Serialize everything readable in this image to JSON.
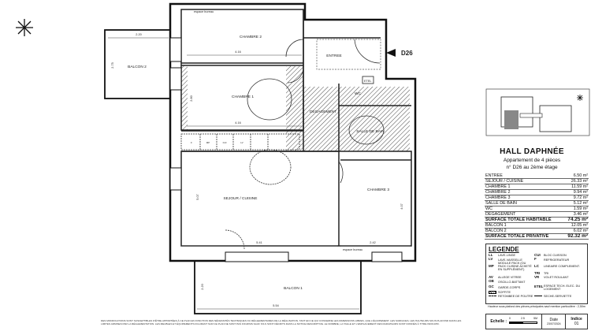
{
  "plan": {
    "rooms": {
      "chambre2": "CHAMBRE 2",
      "chambre1": "CHAMBRE 1",
      "entree": "ENTREE",
      "degagement": "DEGAGEMENT",
      "wc": "WC",
      "sdb": "SALLE DE BAIN",
      "sejour": "SEJOUR / CUISINE",
      "chambre3": "CHAMBRE 3",
      "balcon1": "BALCON 1",
      "balcon2": "BALCON 2"
    },
    "labels": {
      "espace_bureau_top": "espace bureau",
      "espace_bureau_bottom": "espace bureau",
      "etel": "ETEL",
      "lot": "D26"
    },
    "dimensions": {
      "b2_w": "2.20",
      "b2_h": "2.75",
      "ch2_w": "4.16",
      "ch1_w": "4.16",
      "ch1_h": "2.80",
      "sej_h": "5.07",
      "sej_w": "5.41",
      "ch3_h": "4.07",
      "ch3_w": "2.42",
      "b1_w": "5.54",
      "b1_h": "2.20"
    },
    "kitchen": [
      "F",
      "MP",
      "CUI",
      "LV"
    ],
    "north_icon": "compass-star-icon"
  },
  "panel": {
    "title": "HALL DAPHNÉE",
    "subtitle1": "Appartement de  4 pièces",
    "subtitle2": "n° D26 au 2ème étage",
    "surfaces": [
      {
        "room": "ENTREE",
        "area": "6.50 m²"
      },
      {
        "room": "SEJOUR / CUISINE",
        "area": "26.33 m²"
      },
      {
        "room": "CHAMBRE 1",
        "area": "11.59 m²"
      },
      {
        "room": "CHAMBRE 2",
        "area": "9.94 m²"
      },
      {
        "room": "CHAMBRE 3",
        "area": "9.72 m²"
      },
      {
        "room": "SALLE DE BAIN",
        "area": "5.12 m²"
      },
      {
        "room": "WC",
        "area": "1.59 m²"
      },
      {
        "room": "DEGAGEMENT",
        "area": "3.46 m²"
      },
      {
        "room": "SURFACE TOTALE HABITABLE",
        "area": "74.25 m²",
        "total": true
      },
      {
        "room": "BALCON 1",
        "area": "12.05 m²"
      },
      {
        "room": "BALCON 2",
        "area": "6.02 m²"
      },
      {
        "room": "SURFACE TOTALE PRIVATIVE",
        "area": "92.32 m²",
        "total": true
      }
    ],
    "legend": {
      "title": "LEGENDE",
      "rows": [
        {
          "c1": "LL",
          "t1": "LAVE-LINGE",
          "c2": "CUI",
          "t2": "BLOC CUISSON"
        },
        {
          "c1": "LV",
          "t1": "LAVE-VAISSELLE",
          "c2": "F",
          "t2": "REFRIGERATEUR"
        },
        {
          "c1": "MP",
          "t1": "MODULE PACK (OU PACK CUISINE ACHETÉ EN SUPPLÉMENT)",
          "c2": "LC",
          "t2": "LINEAIRE COMPLEMENT."
        },
        {
          "c1": "",
          "t1": "",
          "c2": "TRI",
          "t2": "TRI"
        },
        {
          "c1": "AV",
          "t1": "ALLEGE VITREE",
          "c2": "VR",
          "t2": "VOLET ROULANT"
        },
        {
          "c1": "OB",
          "t1": "OSCILLO-BATTANT",
          "c2": "",
          "t2": ""
        },
        {
          "c1": "GC",
          "t1": "GARDE-CORPS",
          "c2": "ETEL",
          "t2": "ESPACE TECH. ELEC. DU LOGEMENT"
        },
        {
          "c1": "",
          "t1": "SOFFITE",
          "c2": "",
          "t2": ""
        },
        {
          "c1": "",
          "t1": "RETOMBEE DE POUTRE",
          "c2": "",
          "t2": "SECHE-SERVIETTE"
        }
      ],
      "note": "Hauteur sous plafond des pièces principales sauf mention particulière : 2,50m"
    },
    "scale": {
      "label": "Echelle :",
      "ticks": [
        "0",
        "2.5",
        "5M"
      ]
    },
    "date": {
      "label": "Date",
      "value": "23/07/2024"
    },
    "indice": {
      "label": "Indice",
      "value": "01"
    }
  },
  "disclaimer": "DES MODIFICATIONS SONT SUSCEPTIBLES D'ÊTRE APPORTÉES À CE PLAN EN FONCTION DES NÉCESSITÉS TECHNIQUES OU RÉGLEMENTAIRES DE LA RÉALISATION, TANT EN CE QUI CONCERNE LES DIMENSIONS LIBRES, QUE L'ÉQUIPEMENT, LES SURFACES, LES HAUTEURS SOUS PLAFOND DANS LES LIMITES ADMISES PAR LA RÉGLEMENTATION. LES MEUBLES ET ÉQUIPEMENTS FIGURANT SUR CE PLAN NE SONT PAS FOURNIS SAUF S'ILS SONT DÉCRITS DANS LA NOTICE DESCRIPTIVE. LE NOMBRE, LA TAILLE ET L'EMPLACEMENT DES RADIATEURS SONT DONNÉS À TITRE INDICATIF."
}
